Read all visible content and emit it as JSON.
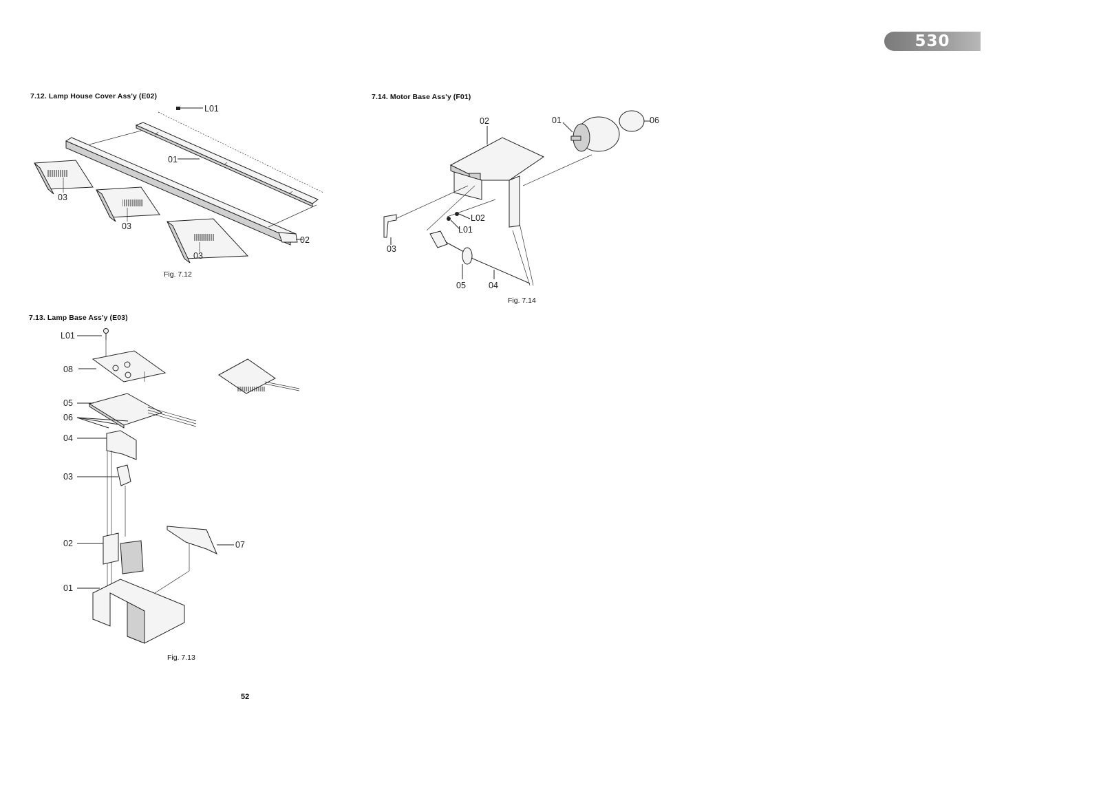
{
  "page": {
    "badge": "530",
    "page_number": "52"
  },
  "sections": {
    "s712": {
      "title": "7.12. Lamp House Cover Ass'y (E02)",
      "caption": "Fig. 7.12",
      "labels": {
        "l01": "L01",
        "p01": "01",
        "p03a": "03",
        "p03b": "03",
        "p03c": "03",
        "p02": "02"
      }
    },
    "s713": {
      "title": "7.13. Lamp Base Ass'y (E03)",
      "caption": "Fig. 7.13",
      "labels": {
        "l01": "L01",
        "p08": "08",
        "p05": "05",
        "p06": "06",
        "p04": "04",
        "p03": "03",
        "p02": "02",
        "p07": "07",
        "p01": "01"
      }
    },
    "s714": {
      "title": "7.14. Motor Base Ass'y (F01)",
      "caption": "Fig. 7.14",
      "labels": {
        "p02": "02",
        "p01": "01",
        "p06": "06",
        "l02": "L02",
        "l01": "L01",
        "p03": "03",
        "p05": "05",
        "p04": "04"
      }
    }
  }
}
